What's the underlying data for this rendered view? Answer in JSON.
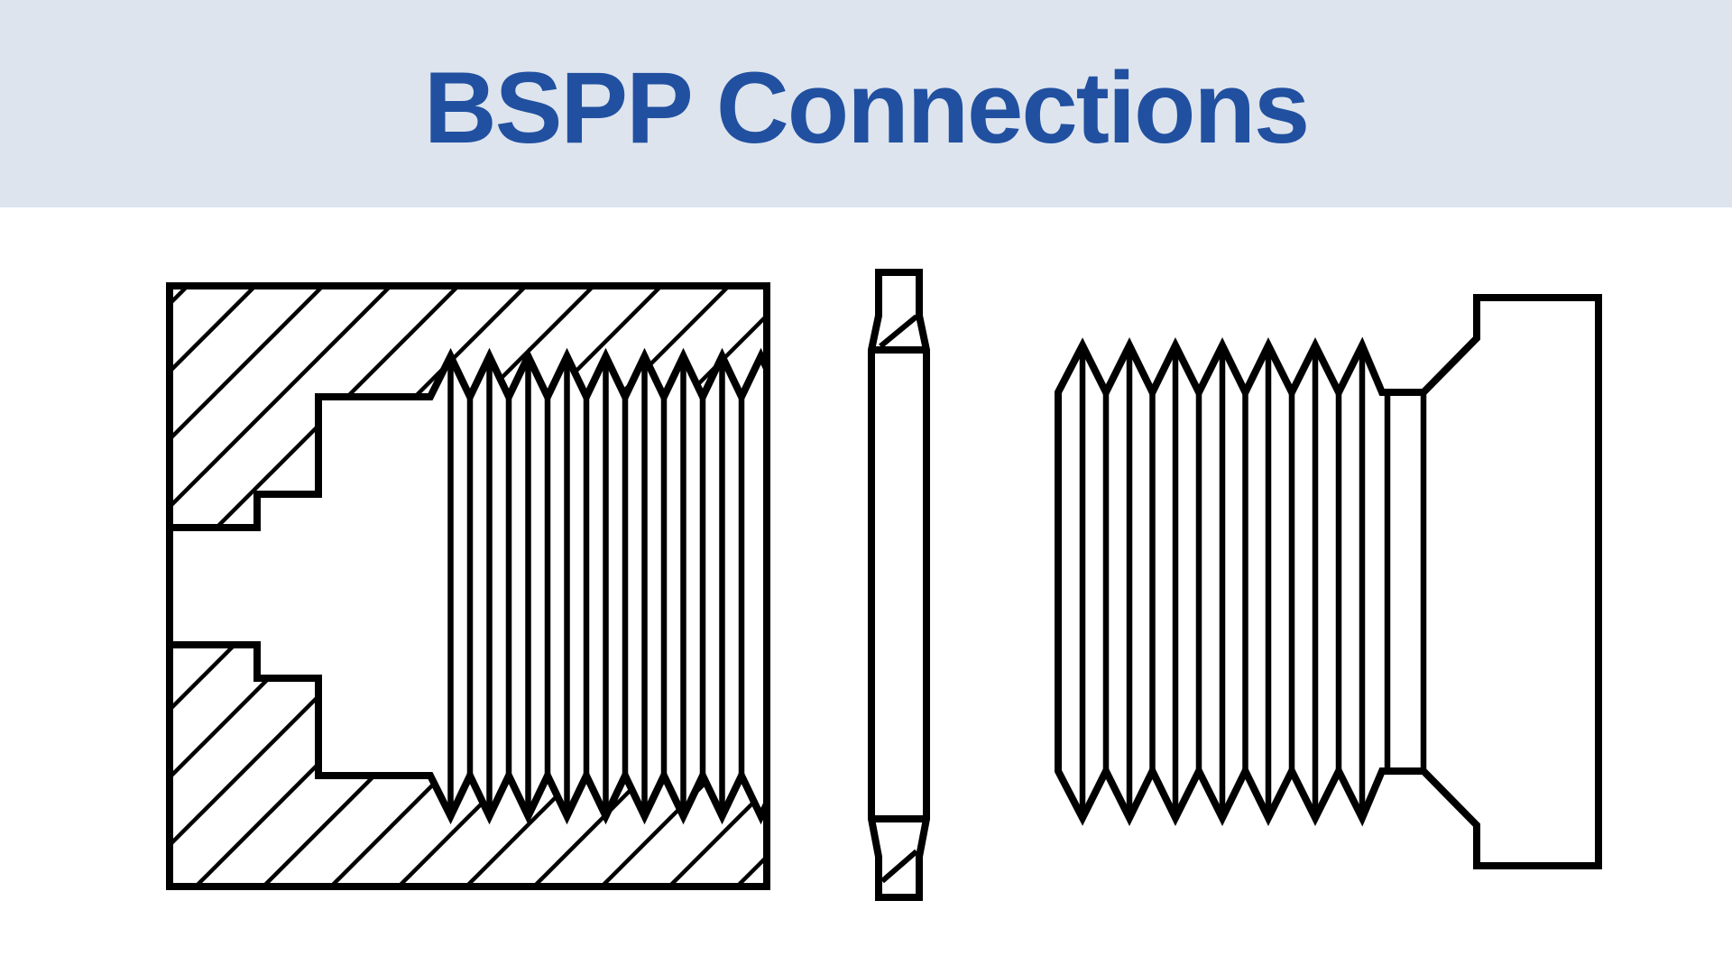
{
  "header": {
    "title": "BSPP Connections"
  },
  "colors": {
    "header_bg": "#dde4ee",
    "title_color": "#2150a0",
    "line_color": "#000000",
    "page_bg": "#ffffff"
  },
  "diagram": {
    "parts": [
      "female-port-cross-section",
      "bonded-seal-washer",
      "male-bspp-plug"
    ]
  }
}
